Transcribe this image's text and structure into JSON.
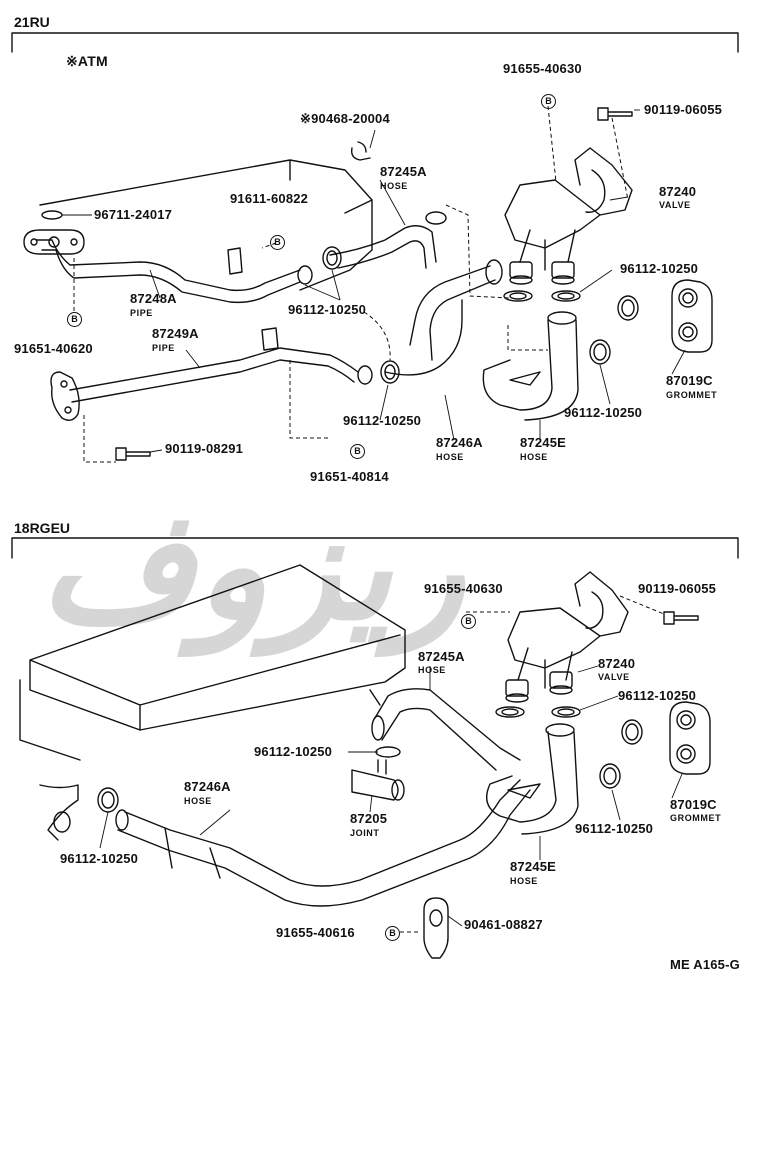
{
  "sections": {
    "top": "21RU",
    "bottom": "18RGEU"
  },
  "atm_note": "※ATM",
  "footer_code": "ME A165-G",
  "watermark": "ريزوف",
  "top_labels": {
    "p91655_40630": "91655-40630",
    "p90119_06055": "90119-06055",
    "p90468_20004": "※90468-20004",
    "p87245A": "87245A",
    "p87245A_sub": "HOSE",
    "p87240": "87240",
    "p87240_sub": "VALVE",
    "p96711_24017": "96711-24017",
    "p91611_60822": "91611-60822",
    "p96112_a": "96112-10250",
    "p96112_b": "96112-10250",
    "p87248A": "87248A",
    "p87248A_sub": "PIPE",
    "p91651_40620": "91651-40620",
    "p87249A": "87249A",
    "p87249A_sub": "PIPE",
    "p96112_c": "96112-10250",
    "p87019C": "87019C",
    "p87019C_sub": "GROMMET",
    "p96112_d": "96112-10250",
    "p90119_08291": "90119-08291",
    "p87246A": "87246A",
    "p87246A_sub": "HOSE",
    "p87245E": "87245E",
    "p87245E_sub": "HOSE",
    "p91651_40814": "91651-40814"
  },
  "bottom_labels": {
    "p91655_40630": "91655-40630",
    "p90119_06055": "90119-06055",
    "p87245A": "87245A",
    "p87245A_sub": "HOSE",
    "p87240": "87240",
    "p87240_sub": "VALVE",
    "p96112_a": "96112-10250",
    "p96112_b": "96112-10250",
    "p87205": "87205",
    "p87205_sub": "JOINT",
    "p87246A": "87246A",
    "p87246A_sub": "HOSE",
    "p87019C": "87019C",
    "p87019C_sub": "GROMMET",
    "p96112_c": "96112-10250",
    "p96112_d": "96112-10250",
    "p87245E": "87245E",
    "p87245E_sub": "HOSE",
    "p91655_40616": "91655-40616",
    "p90461_08827": "90461-08827"
  },
  "bolt_marker": "B",
  "colors": {
    "ink": "#111111",
    "watermark": "#cfcfcf",
    "background": "#ffffff"
  }
}
